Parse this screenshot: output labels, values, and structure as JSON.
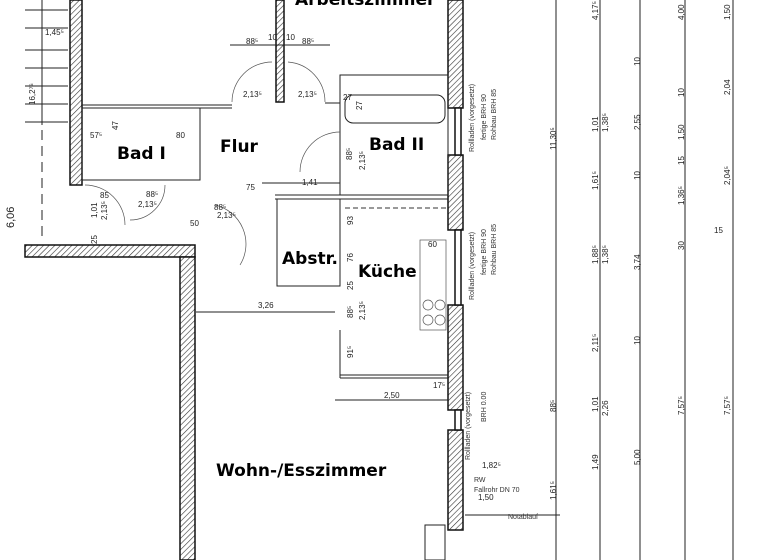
{
  "rooms": {
    "arbeitszimmer": "Arbeitszimmer",
    "bad1": "Bad I",
    "flur": "Flur",
    "bad2": "Bad II",
    "abstr": "Abstr.",
    "kueche": "Küche",
    "wohn": "Wohn-/Esszimmer"
  },
  "dimensions": {
    "d145": "1,45⁵",
    "d88a": "88⁵",
    "d10a": "10",
    "d10b": "10",
    "d88b": "88⁵",
    "d213a": "2,13⁵",
    "d213b": "2,13⁵",
    "d27a": "27",
    "d27b": "27",
    "d47": "47",
    "d57": "57⁵",
    "d80": "80",
    "d88c": "88⁵",
    "d213c": "2,13⁵",
    "d213d": "2,13⁵",
    "d141": "1,41",
    "d75": "75",
    "d50": "50",
    "d88d": "88⁵",
    "d213e": "2,13⁵",
    "d85": "85",
    "d101": "1,01",
    "d213f": "2,13⁵",
    "d25": "25",
    "d606": "6,06",
    "d60": "60",
    "d93": "93",
    "d76": "76",
    "d25b": "25",
    "d326": "3,26",
    "d88e": "88⁵",
    "d213g": "2,13⁵",
    "d91": "91⁵",
    "d250": "2,50",
    "d17": "17⁵",
    "d182": "1,82⁵",
    "d150": "1,50",
    "d1130": "11,30⁵",
    "d88f": "88⁵",
    "d161": "1,61⁵",
    "d417": "4,17⁵",
    "d101b": "1,01",
    "d138a": "1,38⁵",
    "d161b": "1,61⁵",
    "d188": "1,88⁵",
    "d138b": "1,38⁵",
    "d211": "2,11⁵",
    "d101c": "1,01",
    "d226": "2,26",
    "d149": "1,49",
    "d10c": "10",
    "d255": "2,55",
    "d10d": "10",
    "d374": "3,74",
    "d10e": "10",
    "d500": "5,00",
    "d400": "4,00",
    "d10f": "10",
    "d150b": "1,50",
    "d15": "15",
    "d136": "1,36⁵",
    "d30": "30",
    "d757a": "7,57⁵",
    "d150c": "1,50",
    "d204a": "2,04",
    "d204b": "2,04⁵",
    "d15b": "15",
    "d757b": "7,57⁵",
    "d162": "16,2⁷⁶"
  },
  "notes": {
    "rolladen1": "Rollladen (vorgesetzt)",
    "brh1a": "fertige BRH 90",
    "brh1b": "Rohbau BRH 85",
    "rolladen2": "Rollladen (vorgesetzt)",
    "brh2a": "fertige BRH 90",
    "brh2b": "Rohbau BRH 85",
    "rolladen3": "Rollladen (vorgesetzt)",
    "brh3": "BRH 0.00",
    "rw": "RW",
    "fallrohr": "Fallrohr DN 70",
    "notablauf": "Notablauf"
  }
}
